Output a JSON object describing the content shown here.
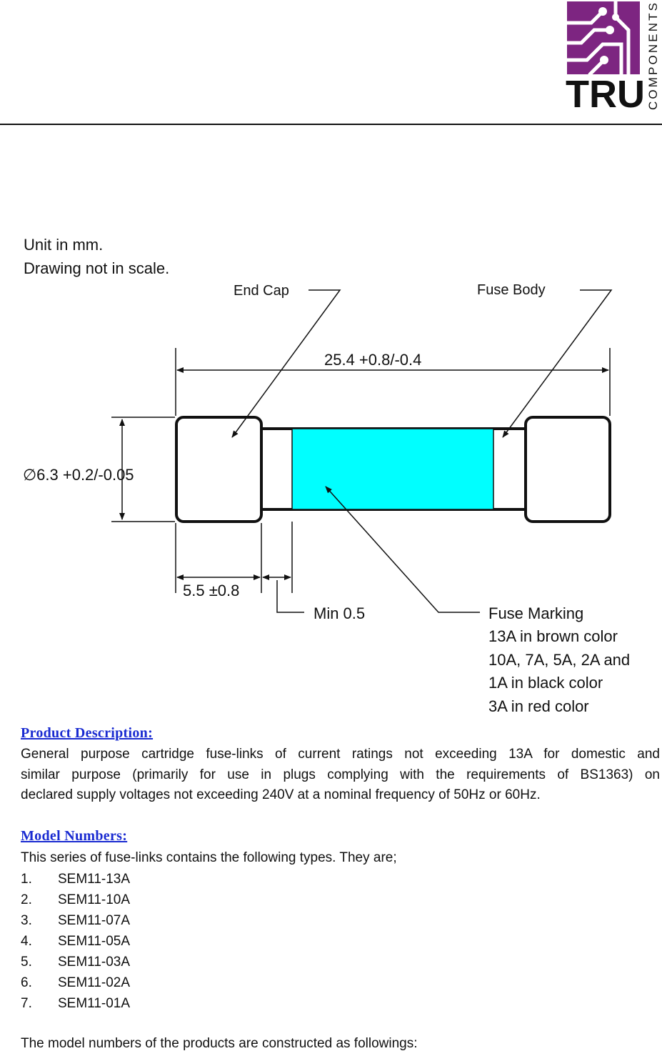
{
  "header": {
    "logo_text": "TRU",
    "logo_side_text": "COMPONENTS",
    "brand_color": "#7d2581"
  },
  "diagram": {
    "note_unit": "Unit in mm.",
    "note_scale": "Drawing not in scale.",
    "label_end_cap": "End Cap",
    "label_fuse_body": "Fuse Body",
    "dim_length": "25.4 +0.8/-0.4",
    "dim_diameter": "∅6.3 +0.2/-0.05",
    "dim_cap_length": "5.5 ±0.8",
    "dim_min": "Min 0.5",
    "marking_lines": [
      "Fuse Marking",
      "13A in brown color",
      "10A, 7A, 5A, 2A and",
      "1A in black color",
      "3A in red color"
    ],
    "marking_fill_color": "#00ffff"
  },
  "product_description": {
    "title": "Product Description:",
    "lines": [
      "General purpose cartridge fuse-links of current ratings not exceeding 13A for domestic and",
      "similar purpose (primarily for use in plugs complying with the requirements of BS1363) on",
      "declared supply voltages not exceeding 240V at a nominal frequency of 50Hz or 60Hz."
    ]
  },
  "model_numbers": {
    "title": "Model Numbers:",
    "intro": "This series of fuse-links contains the following types. They are;",
    "items": [
      {
        "num": "1.",
        "model": "SEM11-13A"
      },
      {
        "num": "2.",
        "model": "SEM11-10A"
      },
      {
        "num": "3.",
        "model": "SEM11-07A"
      },
      {
        "num": "4.",
        "model": "SEM11-05A"
      },
      {
        "num": "5.",
        "model": "SEM11-03A"
      },
      {
        "num": "6.",
        "model": "SEM11-02A"
      },
      {
        "num": "7.",
        "model": "SEM11-01A"
      }
    ],
    "closing": "The model numbers of the products are constructed as followings:"
  },
  "title_color": "#1a2bd1"
}
